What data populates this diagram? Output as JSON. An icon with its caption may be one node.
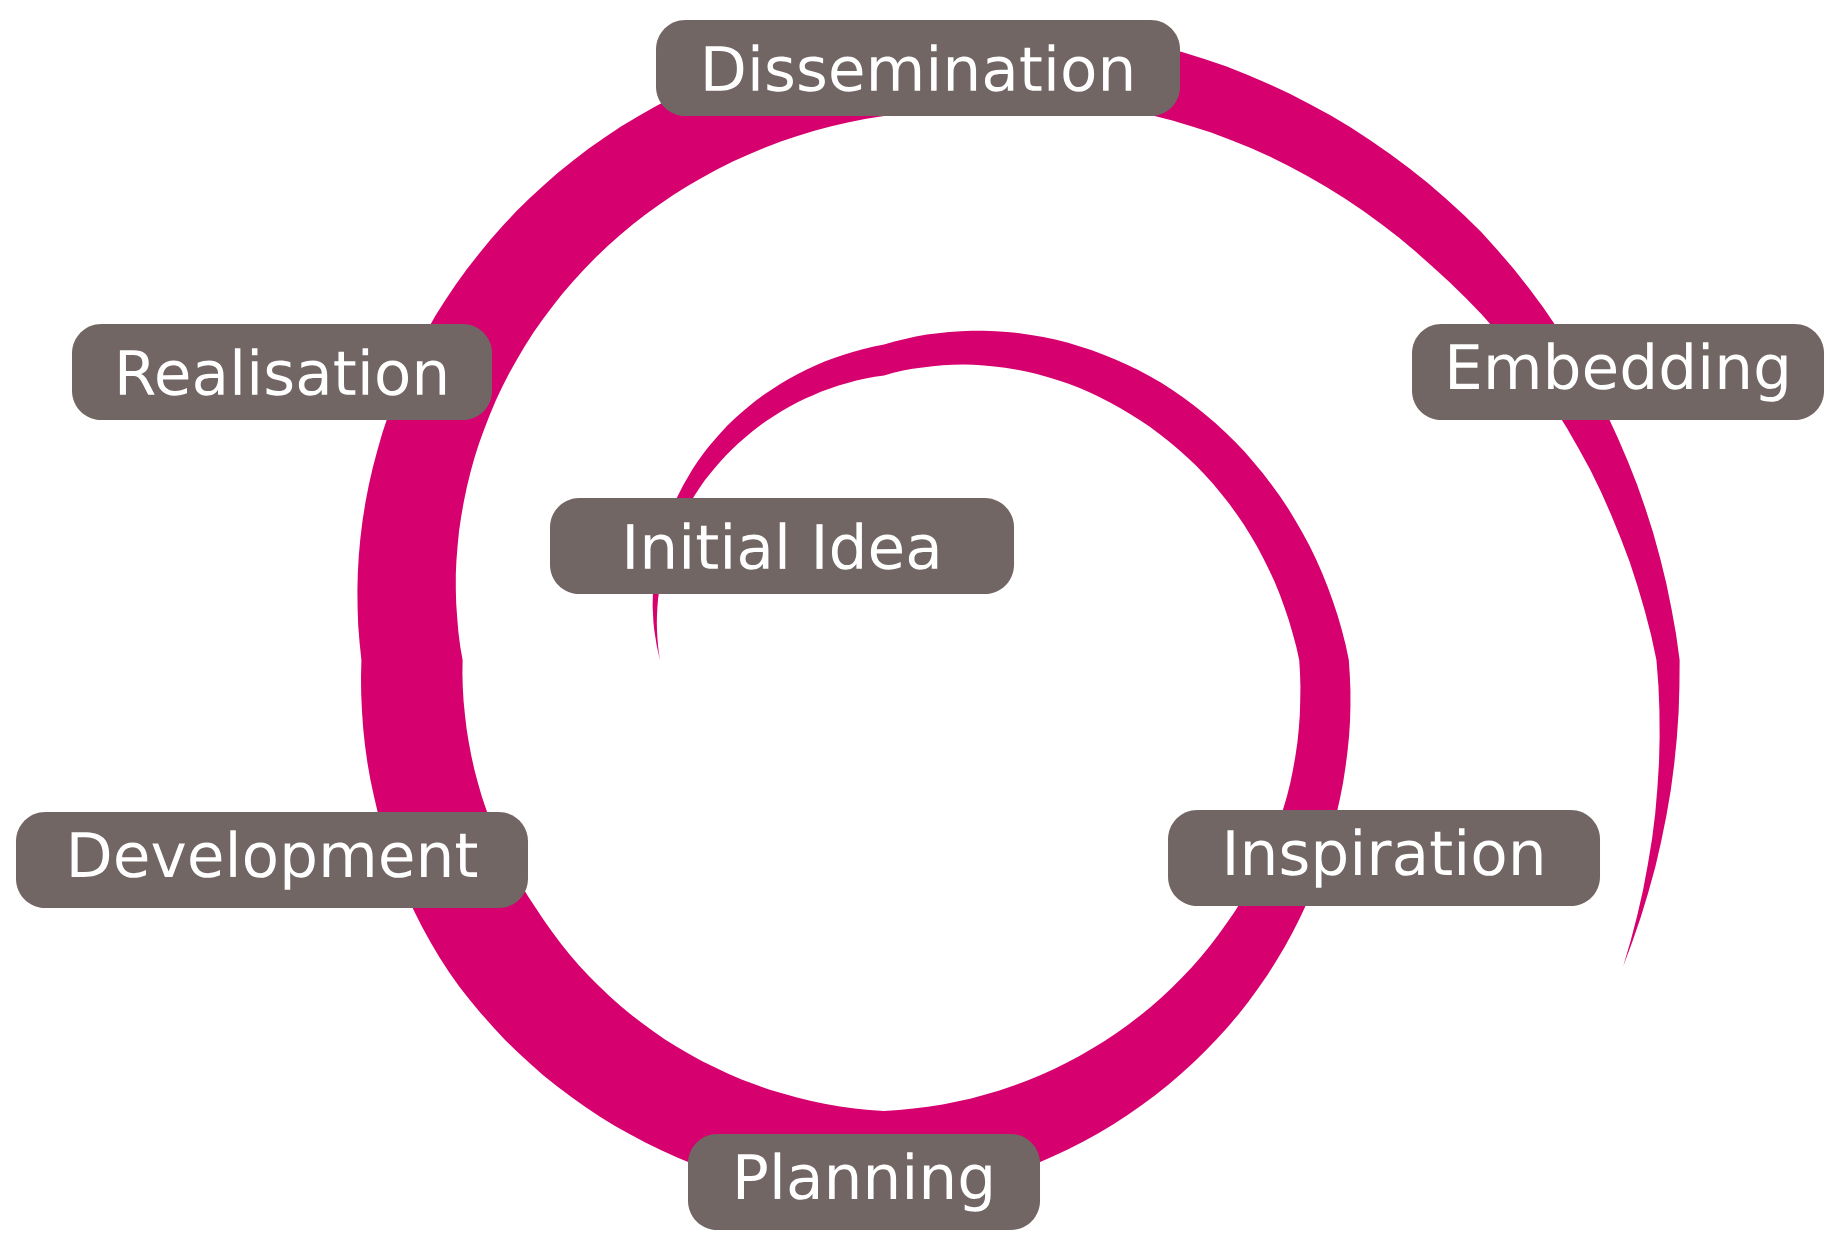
{
  "diagram": {
    "nodes": [
      {
        "text": [
          "Dissemination"
        ]
      },
      {
        "text": [
          "Realisation"
        ]
      },
      {
        "text": [
          "Embedding"
        ]
      },
      {
        "text": [
          "Initial Idea"
        ]
      },
      {
        "text": [
          "Inspiration"
        ]
      },
      {
        "text": [
          "Development"
        ]
      },
      {
        "text": [
          "Planning"
        ]
      }
    ]
  }
}
